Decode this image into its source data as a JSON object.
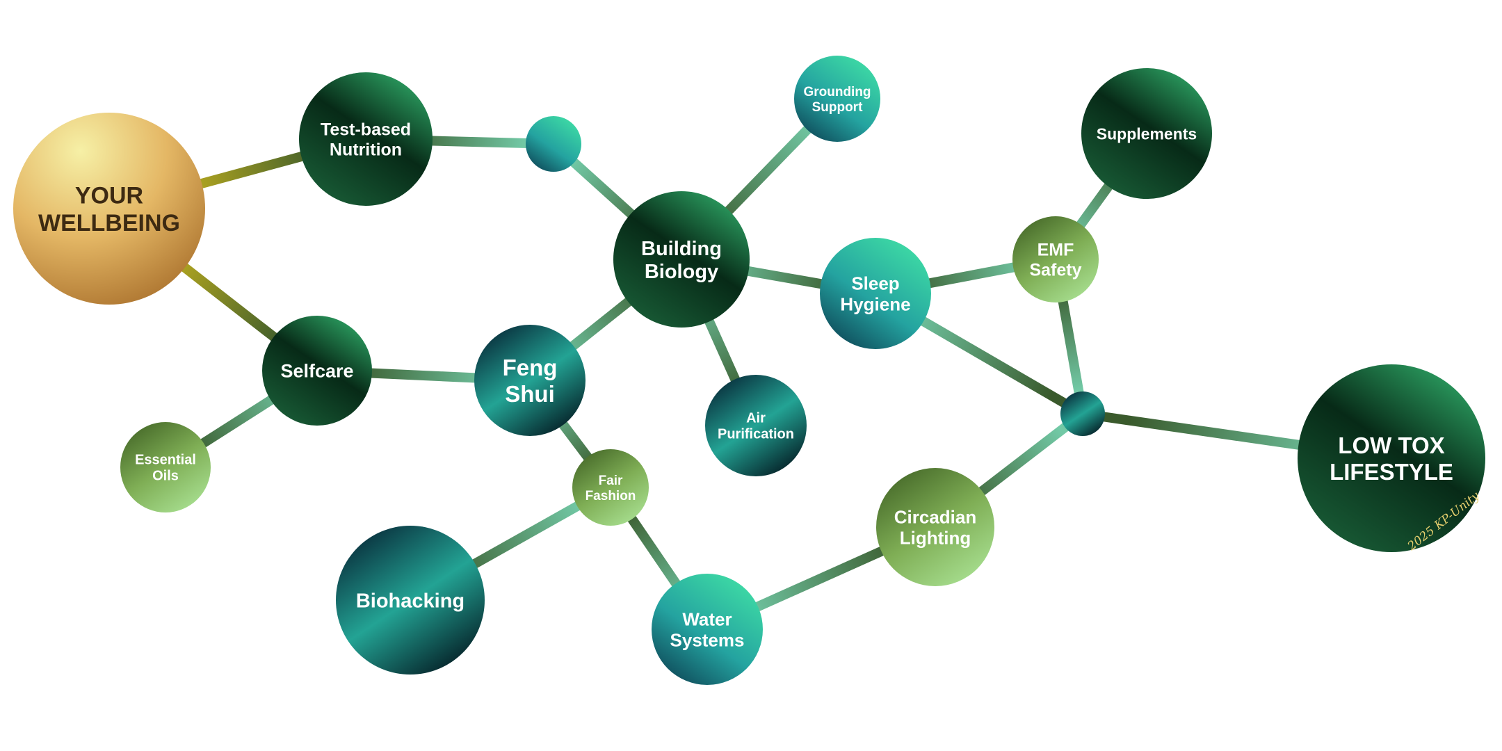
{
  "title": "Low Tox Lifestyle wellbeing network",
  "signature": "2025 KP-Unity",
  "colors": {
    "edge_dark": "#3a5a2c",
    "edge_light": "#72c9a6",
    "edge_gold": "#d9be1c"
  },
  "nodes": [
    {
      "id": "wellbeing",
      "lines": [
        "YOUR",
        "WELLBEING"
      ],
      "style": "gold"
    },
    {
      "id": "nutrition",
      "lines": [
        "Test-based",
        "Nutrition"
      ],
      "style": "green"
    },
    {
      "id": "hub1",
      "lines": [],
      "style": "teal"
    },
    {
      "id": "grounding",
      "lines": [
        "Grounding",
        "Support"
      ],
      "style": "teal"
    },
    {
      "id": "supplements",
      "lines": [
        "Supplements"
      ],
      "style": "green"
    },
    {
      "id": "building",
      "lines": [
        "Building",
        "Biology"
      ],
      "style": "green"
    },
    {
      "id": "emf",
      "lines": [
        "EMF",
        "Safety"
      ],
      "style": "olive"
    },
    {
      "id": "sleep",
      "lines": [
        "Sleep",
        "Hygiene"
      ],
      "style": "teal"
    },
    {
      "id": "selfcare",
      "lines": [
        "Selfcare"
      ],
      "style": "green"
    },
    {
      "id": "fengshui",
      "lines": [
        "Feng",
        "Shui"
      ],
      "style": "tealdark"
    },
    {
      "id": "air",
      "lines": [
        "Air",
        "Purification"
      ],
      "style": "tealdark"
    },
    {
      "id": "hub2",
      "lines": [],
      "style": "tealdark"
    },
    {
      "id": "lowtox",
      "lines": [
        "LOW TOX",
        "LIFESTYLE"
      ],
      "style": "green"
    },
    {
      "id": "oils",
      "lines": [
        "Essential",
        "Oils"
      ],
      "style": "olive"
    },
    {
      "id": "fashion",
      "lines": [
        "Fair",
        "Fashion"
      ],
      "style": "olive"
    },
    {
      "id": "circadian",
      "lines": [
        "Circadian",
        "Lighting"
      ],
      "style": "olive"
    },
    {
      "id": "biohacking",
      "lines": [
        "Biohacking"
      ],
      "style": "tealdark"
    },
    {
      "id": "water",
      "lines": [
        "Water",
        "Systems"
      ],
      "style": "teal"
    }
  ],
  "edges": [
    [
      "wellbeing",
      "nutrition"
    ],
    [
      "wellbeing",
      "selfcare"
    ],
    [
      "nutrition",
      "hub1"
    ],
    [
      "hub1",
      "building"
    ],
    [
      "building",
      "grounding"
    ],
    [
      "building",
      "sleep"
    ],
    [
      "building",
      "fengshui"
    ],
    [
      "building",
      "air"
    ],
    [
      "sleep",
      "emf"
    ],
    [
      "emf",
      "supplements"
    ],
    [
      "emf",
      "hub2"
    ],
    [
      "sleep",
      "hub2"
    ],
    [
      "hub2",
      "lowtox"
    ],
    [
      "hub2",
      "circadian"
    ],
    [
      "circadian",
      "water"
    ],
    [
      "water",
      "fashion"
    ],
    [
      "fashion",
      "fengshui"
    ],
    [
      "fashion",
      "biohacking"
    ],
    [
      "selfcare",
      "fengshui"
    ],
    [
      "selfcare",
      "oils"
    ]
  ]
}
